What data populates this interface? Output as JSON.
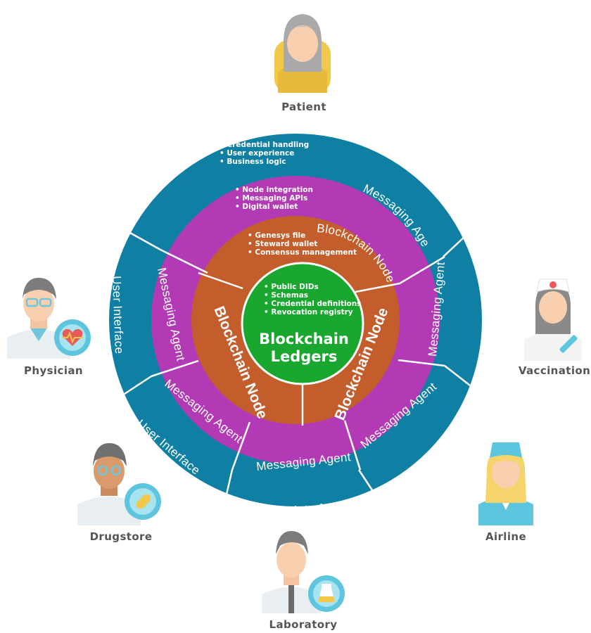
{
  "colors": {
    "user_interface": "#0f7fa4",
    "messaging_agent": "#b23bb5",
    "blockchain_node": "#c35d2b",
    "ledger": "#19a72f",
    "divider": "#ffffff"
  },
  "center": {
    "title_line1": "Blockchain",
    "title_line2": "Ledgers",
    "bullets": [
      "• Public DIDs",
      "• Schemas",
      "• Credential definitions",
      "• Revocation registry"
    ]
  },
  "rings": {
    "node_label": "Blockchain Node",
    "agent_label": "Messaging Agent",
    "ui_label": "User Interface",
    "node_bullets": [
      "• Genesys file",
      "• Steward wallet",
      "• Consensus management"
    ],
    "agent_bullets": [
      "• Node integration",
      "• Messaging APIs",
      "• Digital wallet"
    ],
    "ui_bullets": [
      "• Credential handling",
      "• User experience",
      "• Business logic"
    ]
  },
  "participants": {
    "patient": {
      "label": "Patient",
      "icon": "patient-icon"
    },
    "physician": {
      "label": "Physician",
      "icon": "physician-icon"
    },
    "vaccination": {
      "label": "Vaccination",
      "icon": "nurse-vaccination-icon"
    },
    "drugstore": {
      "label": "Drugstore",
      "icon": "pharmacist-icon"
    },
    "airline": {
      "label": "Airline",
      "icon": "flight-attendant-icon"
    },
    "laboratory": {
      "label": "Laboratory",
      "icon": "lab-scientist-icon"
    }
  }
}
